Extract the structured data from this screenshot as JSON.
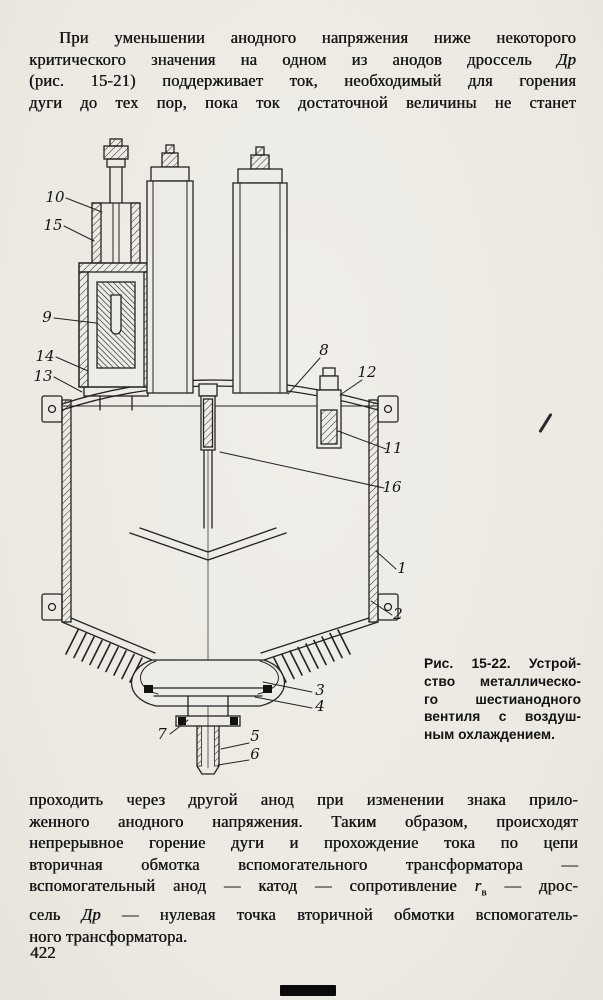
{
  "page": {
    "page_number": "422"
  },
  "top_paragraph": {
    "lines": [
      {
        "text": "При уменьшении анодного напряжения ниже некоторого"
      },
      {
        "pre": "критического значения на одном из анодов дроссель ",
        "italic": "Др"
      },
      {
        "text": "(рис. 15-21) поддерживает ток, необходимый для горения"
      },
      {
        "text": "дуги до тех пор, пока ток достаточной величины не станет"
      }
    ]
  },
  "bottom_paragraph": {
    "lines": [
      {
        "text": "проходить через другой анод при изменении знака прило-"
      },
      {
        "text": "женного анодного напряжения. Таким образом, происходят"
      },
      {
        "text": "непрерывное горение дуги и прохождение тока по цепи"
      },
      {
        "text": "вторичная обмотка вспомогательного трансформатора —"
      },
      {
        "pre": "вспомогательный анод — катод — сопротивление ",
        "rsym": "r",
        "rsub": "в",
        "post": " — дрос-"
      },
      {
        "pre": "сель ",
        "italic": "Др",
        "post": " — нулевая точка вторичной обмотки вспомогатель-"
      },
      {
        "text": "ного трансформатора."
      }
    ]
  },
  "figure": {
    "caption_lines": [
      "Рис. 15-22. Устрой-",
      "ство металлическо-",
      "го шестианодного",
      "вентиля с воздуш-",
      "ным охлаждением."
    ],
    "labels": [
      "10",
      "15",
      "9",
      "14",
      "13",
      "8",
      "12",
      "11",
      "16",
      "1",
      "2",
      "3",
      "4",
      "7",
      "5",
      "6"
    ]
  }
}
